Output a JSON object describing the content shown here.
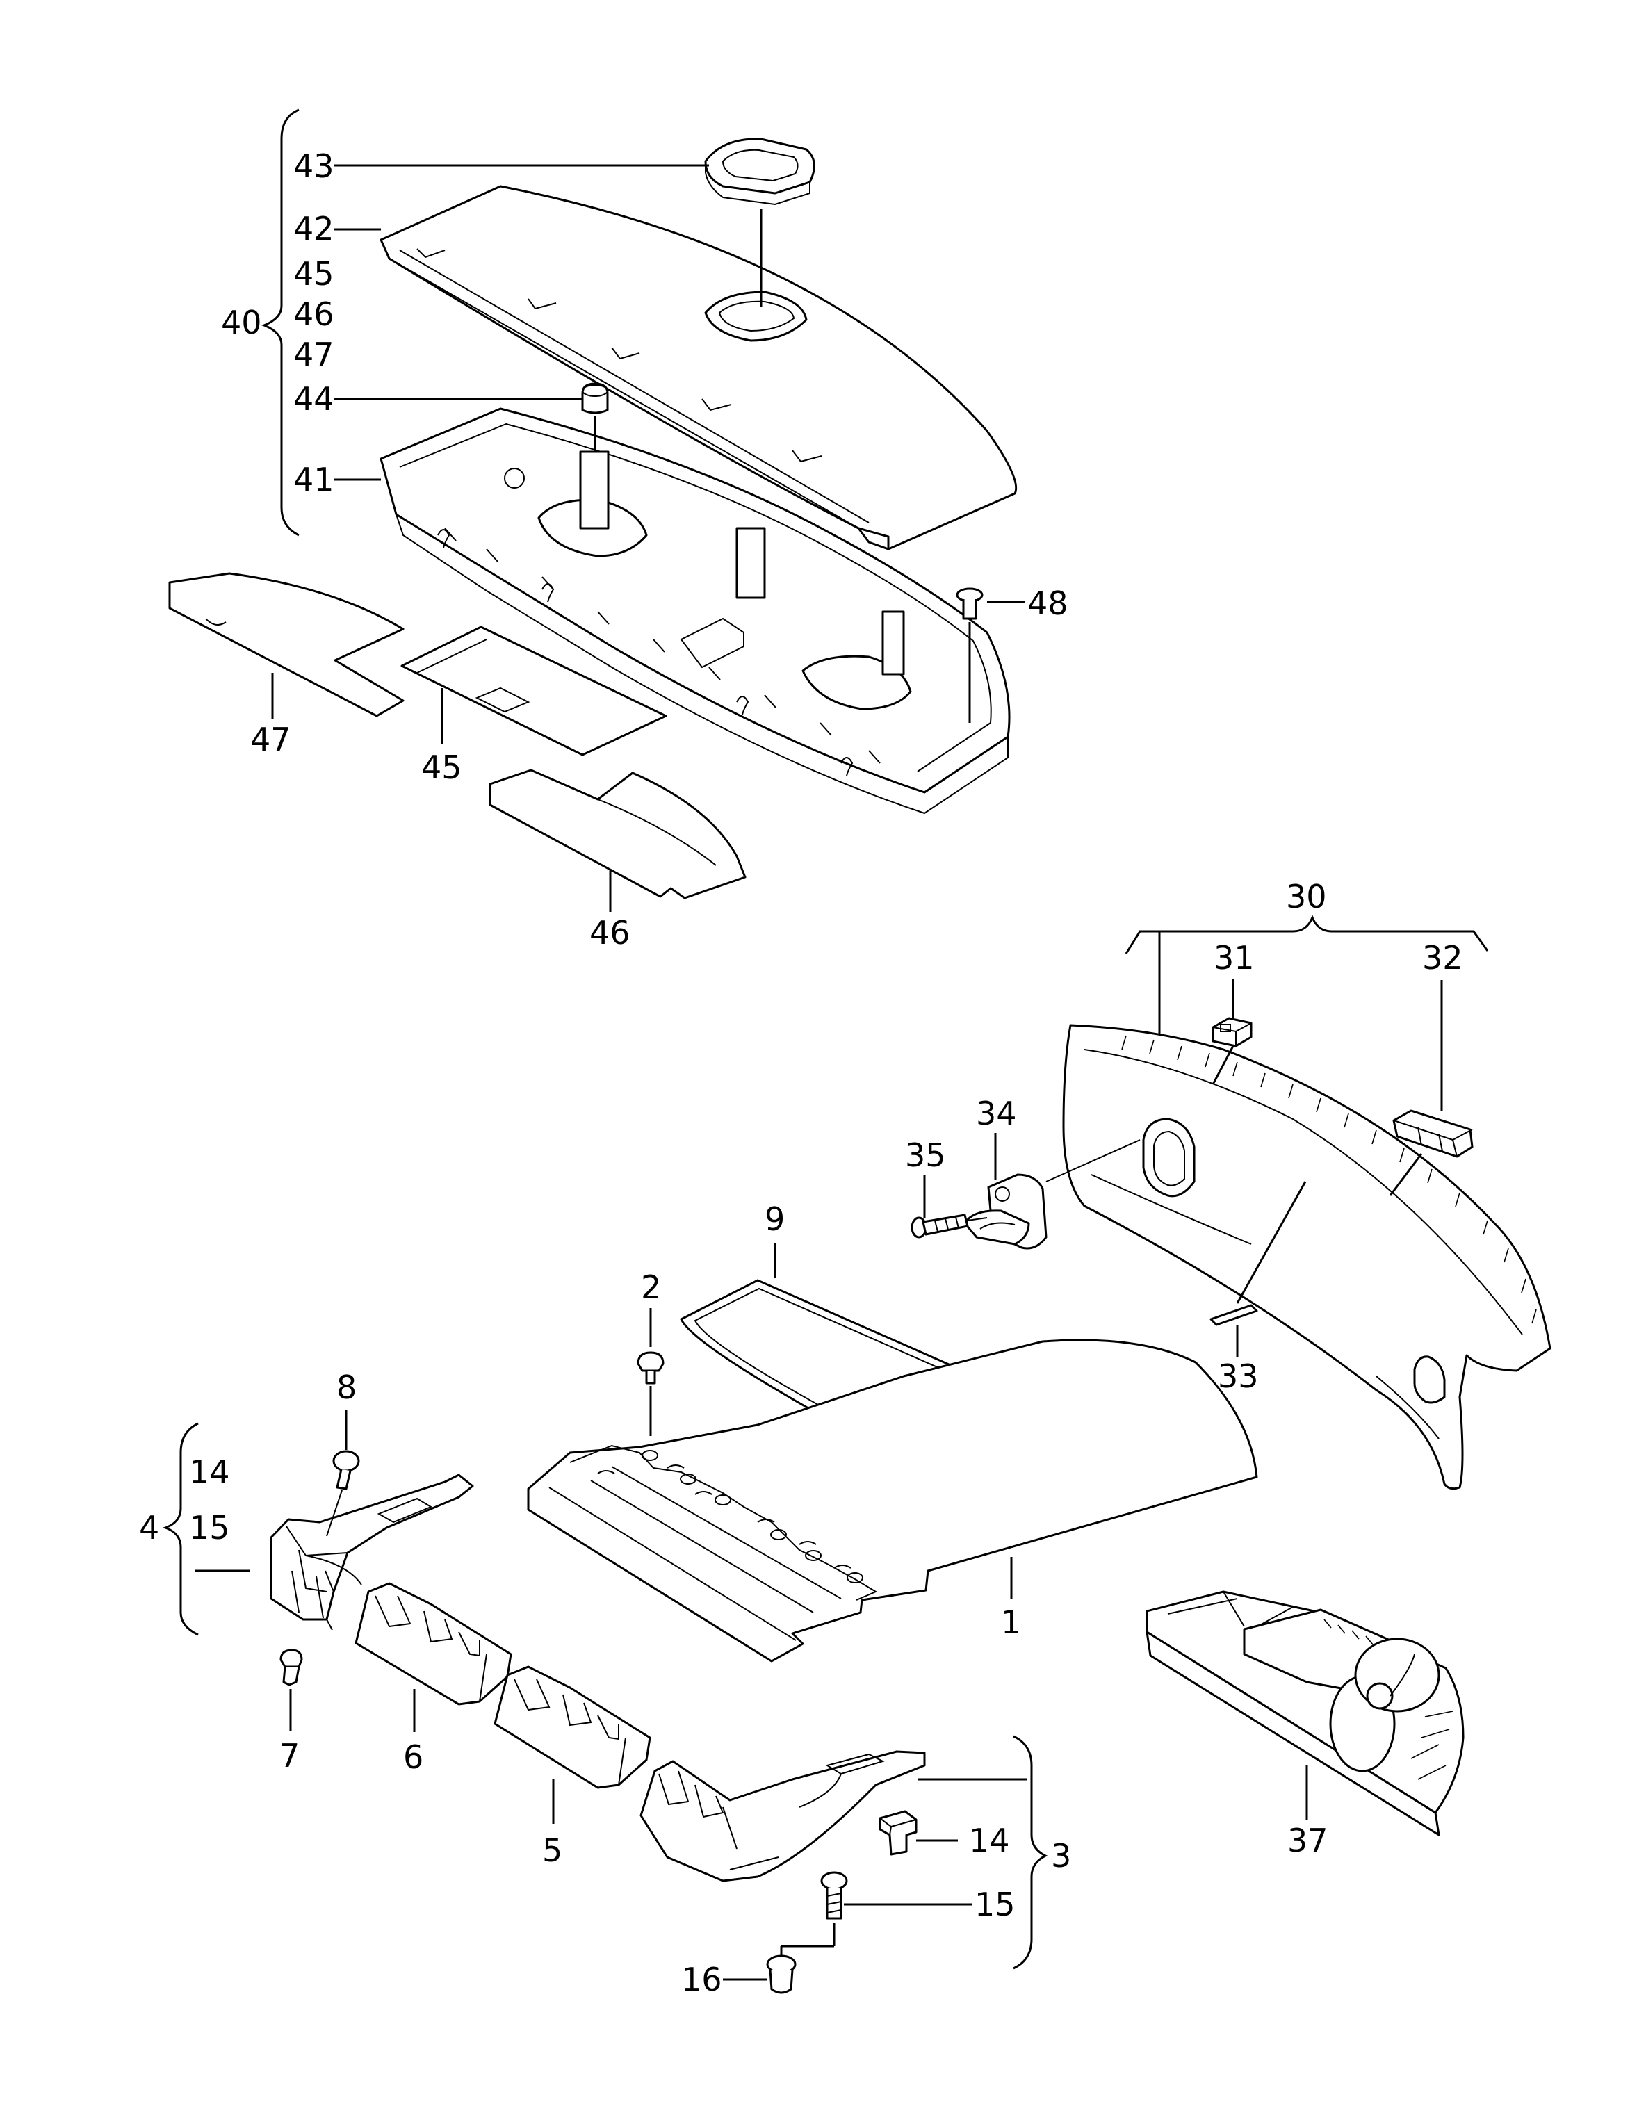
{
  "parts": {
    "p1": "1",
    "p2": "2",
    "p3": "3",
    "p4": "4",
    "p5": "5",
    "p6": "6",
    "p7": "7",
    "p8": "8",
    "p9": "9",
    "p14a": "14",
    "p15a": "15",
    "p14b": "14",
    "p15b": "15",
    "p16": "16",
    "p30": "30",
    "p31": "31",
    "p32": "32",
    "p33": "33",
    "p34": "34",
    "p35": "35",
    "p37": "37",
    "p40": "40",
    "p41": "41",
    "p42": "42",
    "p43": "43",
    "p44": "44",
    "p45a": "45",
    "p46a": "46",
    "p47a": "47",
    "p45b": "45",
    "p46b": "46",
    "p47b": "47",
    "p48": "48"
  }
}
